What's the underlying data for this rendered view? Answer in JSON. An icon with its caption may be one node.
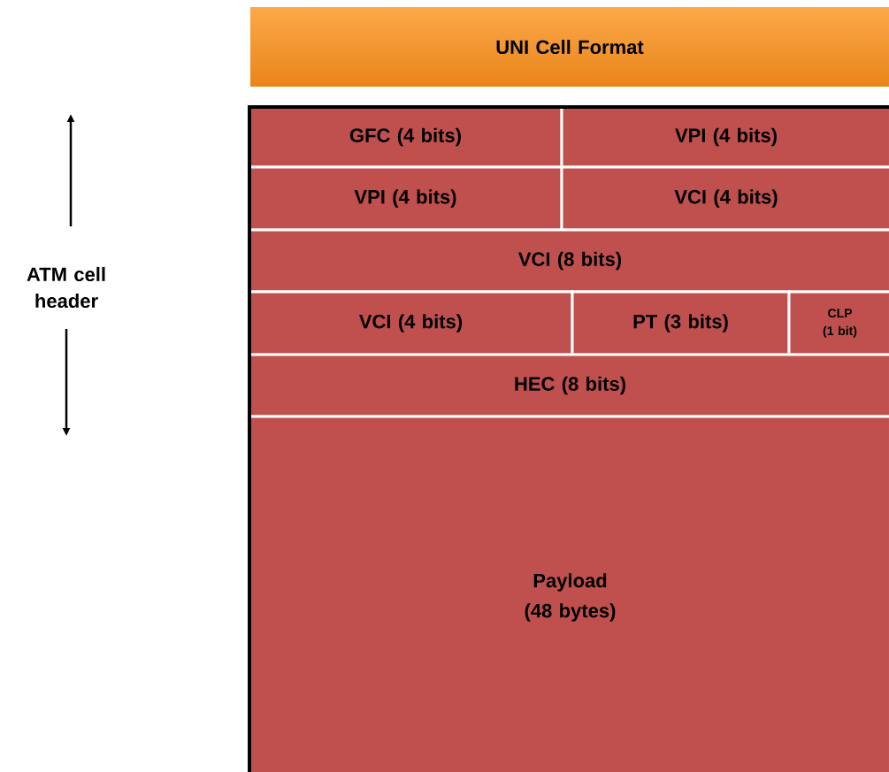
{
  "diagram": {
    "nodes": [
      {
        "text": [
          "UNI Cell Format"
        ]
      },
      {
        "text": [
          "GFC (4 bits)"
        ]
      },
      {
        "text": [
          "VPI (4 bits)"
        ]
      },
      {
        "text": [
          "VPI (4 bits)"
        ]
      },
      {
        "text": [
          "VCI (4 bits)"
        ]
      },
      {
        "text": [
          "VCI (8 bits)"
        ]
      },
      {
        "text": [
          "VCI (4 bits)"
        ]
      },
      {
        "text": [
          "PT (3 bits)"
        ]
      },
      {
        "text": [
          "CLP (1 bit)"
        ]
      },
      {
        "text": [
          "HEC (8 bits)"
        ]
      },
      {
        "text": [
          "Payload (48 bytes)"
        ]
      }
    ],
    "labels": [
      "ATM cell header"
    ]
  }
}
